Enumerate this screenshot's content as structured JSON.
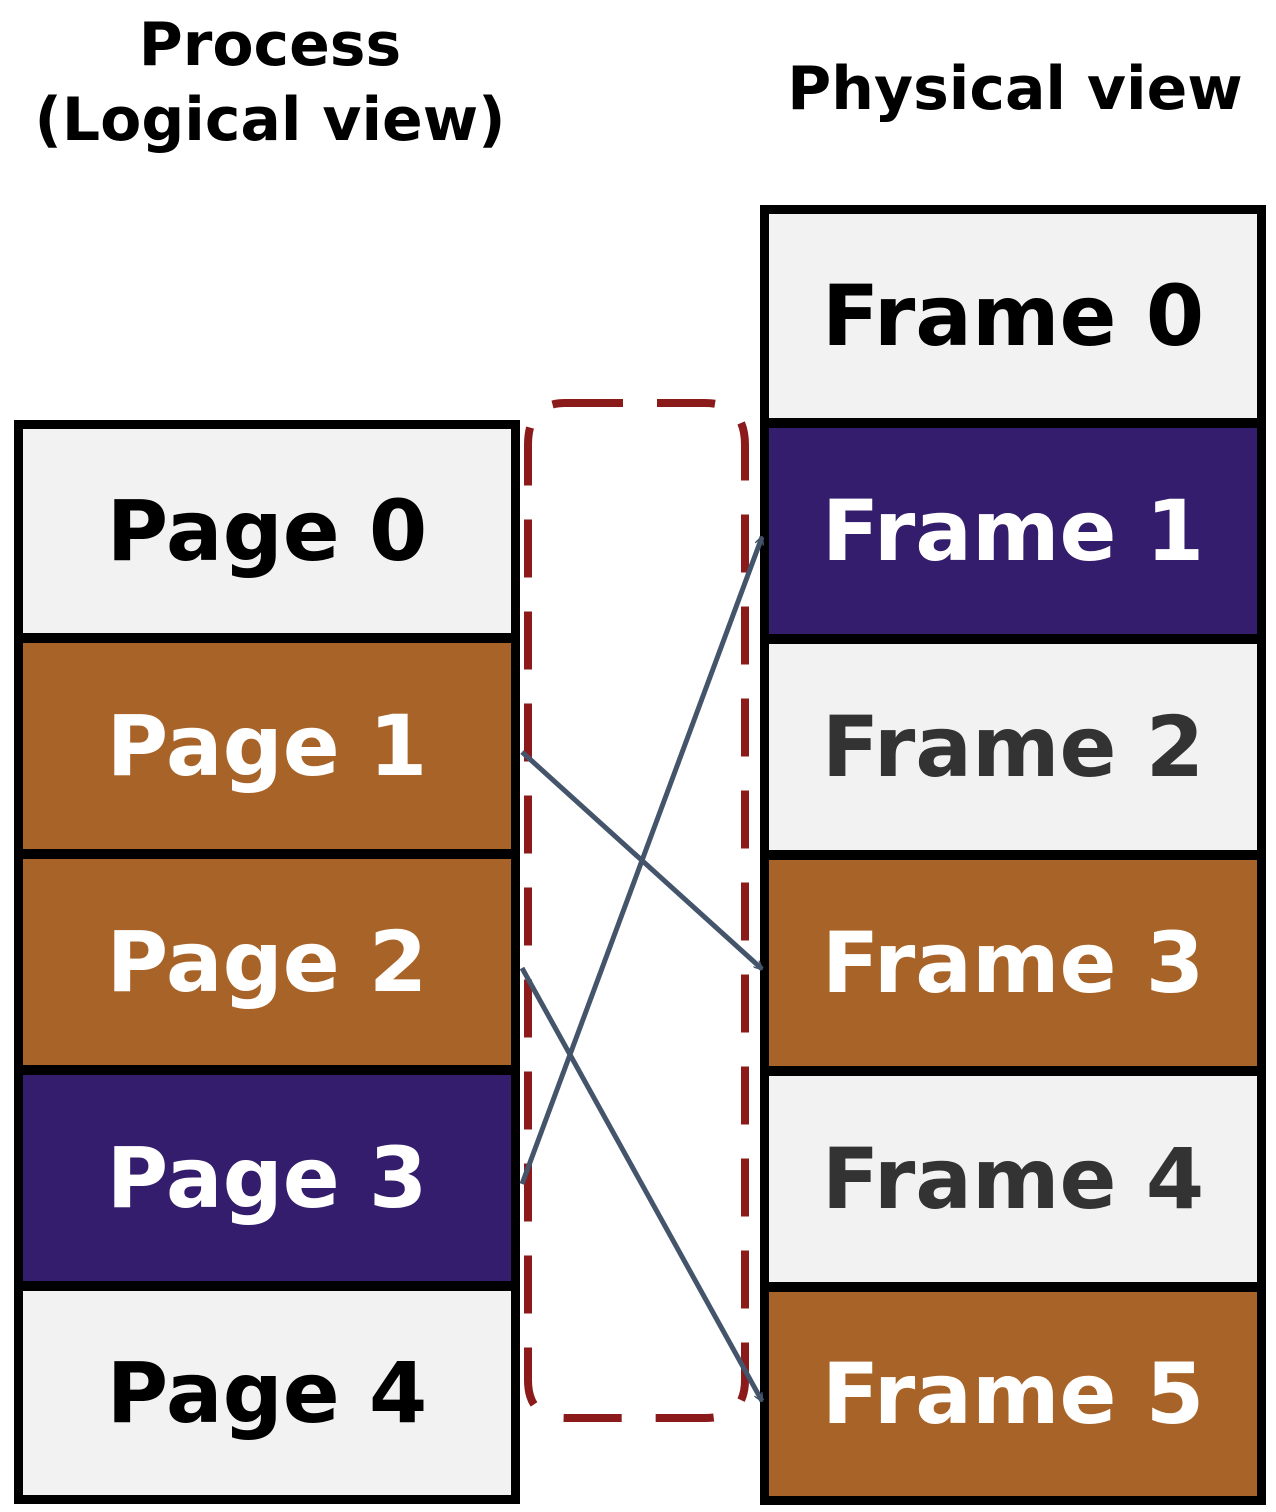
{
  "headings": {
    "logical_line1": "Process",
    "logical_line2": "(Logical view)",
    "physical": "Physical view"
  },
  "pages": [
    {
      "label": "Page 0",
      "fill": "#f2f2f2",
      "text_color": "#000000",
      "maps_to": null
    },
    {
      "label": "Page 1",
      "fill": "#a86428",
      "text_color": "#ffffff",
      "maps_to": 3
    },
    {
      "label": "Page 2",
      "fill": "#a86428",
      "text_color": "#ffffff",
      "maps_to": 5
    },
    {
      "label": "Page 3",
      "fill": "#341d6c",
      "text_color": "#ffffff",
      "maps_to": 1
    },
    {
      "label": "Page 4",
      "fill": "#f2f2f2",
      "text_color": "#000000",
      "maps_to": null
    }
  ],
  "frames": [
    {
      "label": "Frame 0",
      "fill": "#f2f2f2",
      "text_color": "#000000"
    },
    {
      "label": "Frame 1",
      "fill": "#341d6c",
      "text_color": "#ffffff"
    },
    {
      "label": "Frame 2",
      "fill": "#f2f2f2",
      "text_color": "#333333"
    },
    {
      "label": "Frame 3",
      "fill": "#a86428",
      "text_color": "#ffffff"
    },
    {
      "label": "Frame 4",
      "fill": "#f2f2f2",
      "text_color": "#333333"
    },
    {
      "label": "Frame 5",
      "fill": "#a86428",
      "text_color": "#ffffff"
    }
  ],
  "colors": {
    "arrow": "#44546a",
    "page_table_outline": "#8b1a1a"
  }
}
